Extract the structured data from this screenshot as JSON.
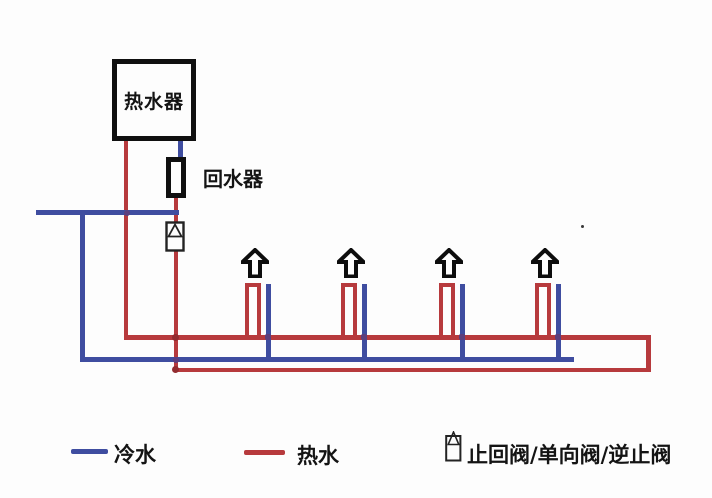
{
  "diagram_labels": {
    "water_heater": "热水器",
    "return_device": "回水器"
  },
  "legend": {
    "cold": {
      "label": "冷水",
      "color": "#3f4da0"
    },
    "hot": {
      "label": "热水",
      "color": "#b73a3d"
    },
    "valve": {
      "label": "止回阀/单向阀/逆止阀",
      "icon": "check-valve-triangle-in-box"
    }
  },
  "colors": {
    "cold_pipe": "#3f4da0",
    "hot_pipe": "#b73a3d",
    "device_outline": "#101010",
    "background": "#fdfdfd"
  },
  "fixtures": {
    "count": 4,
    "symbol": "hollow-up-arrow"
  }
}
